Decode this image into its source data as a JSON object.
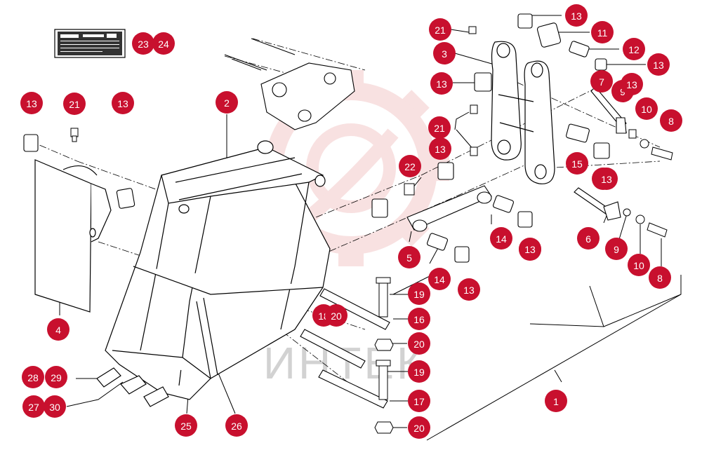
{
  "diagram": {
    "watermark": "ИНТЕК",
    "colors": {
      "badge": "#c8102e",
      "badge_text": "#ffffff",
      "line": "#000000",
      "watermark_gear": "#f3c9c9",
      "watermark_text": "#d2d2d2"
    },
    "nameplate": {
      "lines": [
        "",
        "",
        "",
        "",
        ""
      ]
    },
    "callouts": [
      "1",
      "2",
      "3",
      "4",
      "5",
      "6",
      "7",
      "8",
      "8",
      "9",
      "9",
      "10",
      "10",
      "11",
      "12",
      "13",
      "13",
      "13",
      "13",
      "13",
      "13",
      "13",
      "13",
      "13",
      "13",
      "13",
      "13",
      "14",
      "14",
      "15",
      "16",
      "17",
      "18",
      "19",
      "19",
      "20",
      "20",
      "20",
      "21",
      "21",
      "21",
      "22",
      "23",
      "24",
      "25",
      "26",
      "27",
      "28",
      "29",
      "30"
    ]
  }
}
